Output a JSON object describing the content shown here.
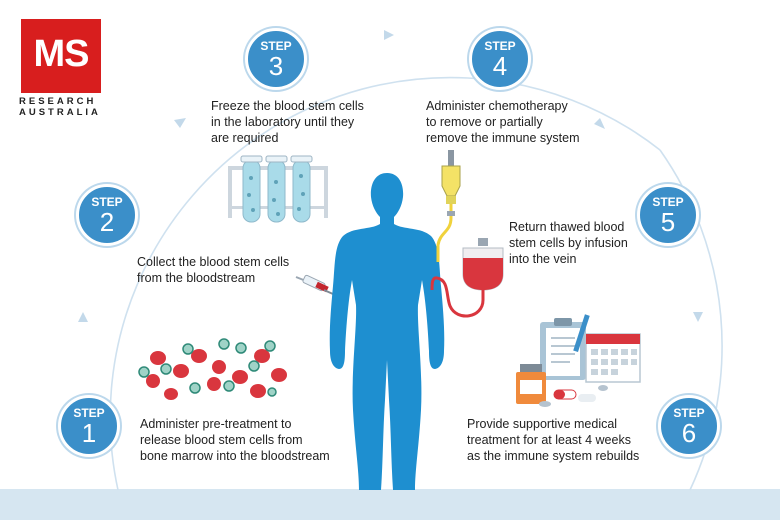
{
  "logo": {
    "letters": "MS",
    "line1": "RESEARCH",
    "line2": "AUSTRALIA",
    "color": "#d81e1e"
  },
  "colors": {
    "badge": "#3b8fc9",
    "figure": "#1e8fd0",
    "arc": "#cfe1ef",
    "floor": "#d6e6f1",
    "blood": "#d9363e",
    "stem_cell": "#9fd3c7"
  },
  "steps": [
    {
      "word": "STEP",
      "number": "1",
      "lines": [
        "Administer pre-treatment to",
        "release blood stem cells from",
        "bone marrow into the bloodstream"
      ]
    },
    {
      "word": "STEP",
      "number": "2",
      "lines": [
        "Collect the blood stem cells",
        "from the bloodstream"
      ]
    },
    {
      "word": "STEP",
      "number": "3",
      "lines": [
        "Freeze the blood stem cells",
        "in the laboratory until they",
        "are required"
      ]
    },
    {
      "word": "STEP",
      "number": "4",
      "lines": [
        "Administer chemotherapy",
        "to remove or partially",
        "remove the immune system"
      ]
    },
    {
      "word": "STEP",
      "number": "5",
      "lines": [
        "Return thawed blood",
        "stem cells by infusion",
        "into the vein"
      ]
    },
    {
      "word": "STEP",
      "number": "6",
      "lines": [
        "Provide supportive medical",
        "treatment for at least 4 weeks",
        "as the immune system rebuilds"
      ]
    }
  ],
  "icons": [
    "blood-cells-icon",
    "syringe-icon",
    "test-tubes-icon",
    "chemotherapy-drip-icon",
    "blood-bag-icon",
    "medical-clipboard-icon",
    "calendar-icon",
    "medicine-bottle-icon",
    "pill-icon",
    "human-figure-icon"
  ]
}
